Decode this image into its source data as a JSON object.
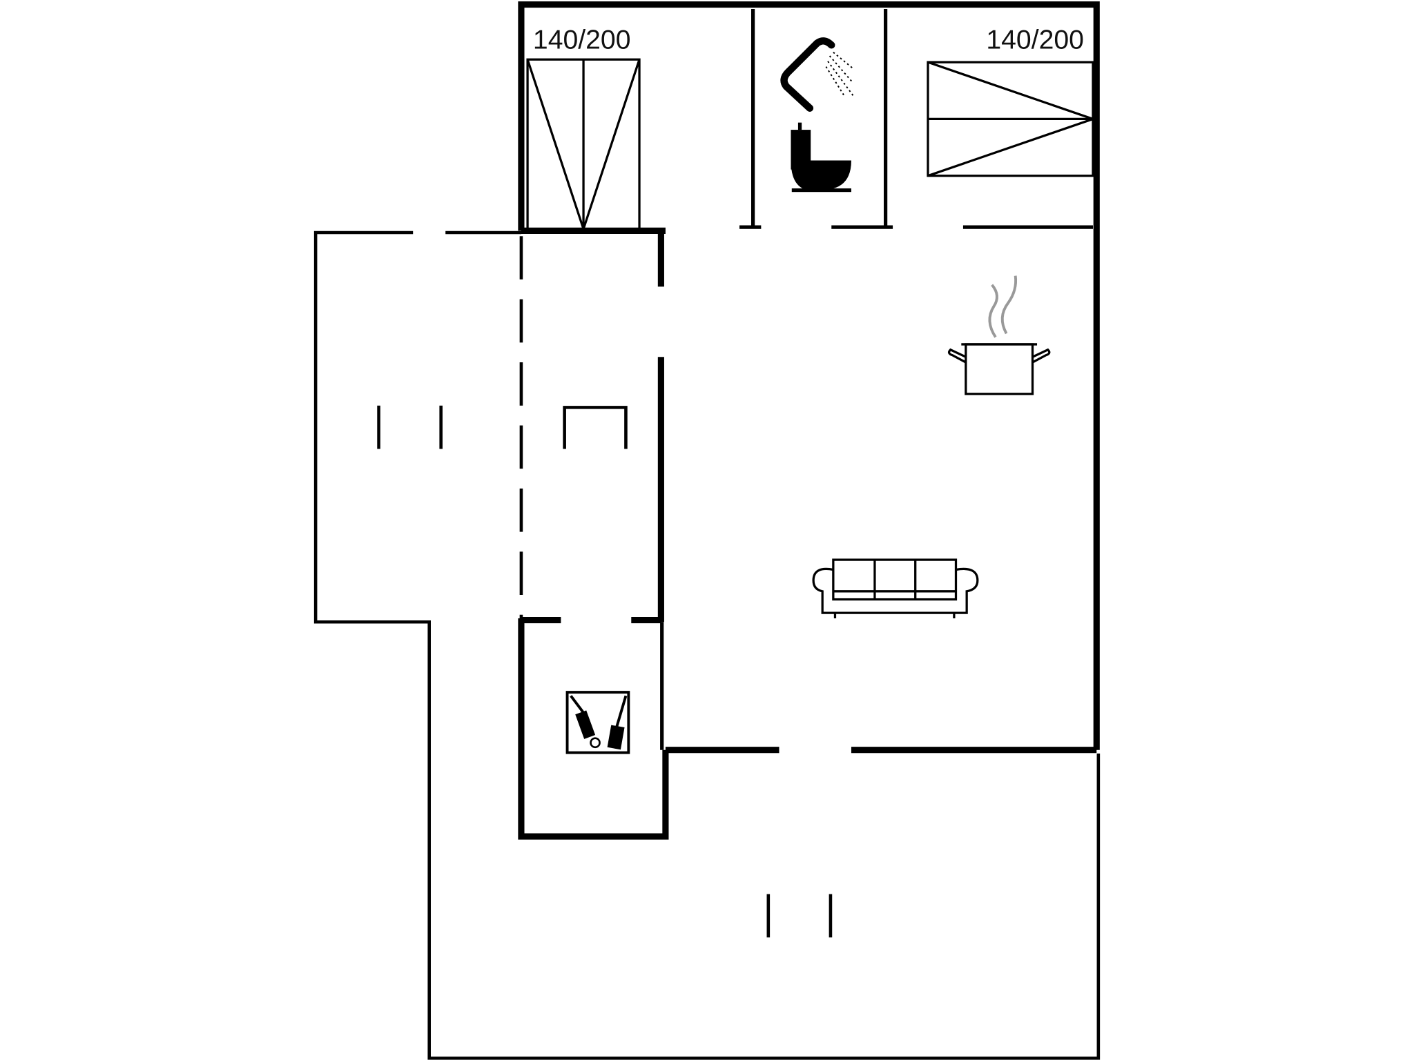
{
  "diagram": {
    "type": "floor-plan",
    "colors": {
      "background": "#ffffff",
      "line": "#000000"
    },
    "rooms": [
      {
        "id": "bedroom-1",
        "bed_label": "140/200"
      },
      {
        "id": "bathroom",
        "icons": [
          "shower-icon",
          "toilet-icon"
        ]
      },
      {
        "id": "bedroom-2",
        "bed_label": "140/200"
      },
      {
        "id": "kitchen-living",
        "icons": [
          "cooking-pot-icon",
          "sofa-icon"
        ]
      },
      {
        "id": "hallway"
      },
      {
        "id": "utility",
        "icons": [
          "washing-machine-icon"
        ]
      },
      {
        "id": "terrace-west"
      },
      {
        "id": "terrace-south"
      }
    ]
  }
}
